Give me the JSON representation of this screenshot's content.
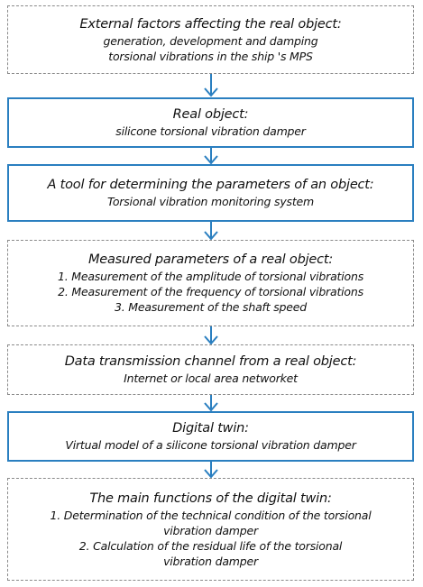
{
  "colors": {
    "accent": "#2a7fc0",
    "dashed_border": "#8a8a8a",
    "text": "#111111"
  },
  "blocks": [
    {
      "title": "External factors affecting the real object:",
      "lines": [
        "generation, development and damping",
        "torsional vibrations in the ship 's MPS"
      ]
    },
    {
      "title": "Real object:",
      "lines": [
        "silicone torsional vibration damper"
      ]
    },
    {
      "title": "A tool for determining the parameters of an object:",
      "lines": [
        "Torsional vibration monitoring system"
      ]
    },
    {
      "title": "Measured parameters of a real object:",
      "lines": [
        "1. Measurement of the amplitude of torsional vibrations",
        "2. Measurement of the frequency of torsional vibrations",
        "3. Measurement of the shaft speed"
      ]
    },
    {
      "title": "Data transmission channel from a real object:",
      "lines": [
        "Internet or local area networket"
      ]
    },
    {
      "title": "Digital twin:",
      "lines": [
        "Virtual model of a silicone torsional vibration damper"
      ]
    },
    {
      "title": "The main functions of the digital twin:",
      "lines": [
        "1. Determination of the technical condition of the torsional",
        "vibration damper",
        "2. Calculation of the residual life of the torsional",
        "vibration damper"
      ]
    }
  ]
}
